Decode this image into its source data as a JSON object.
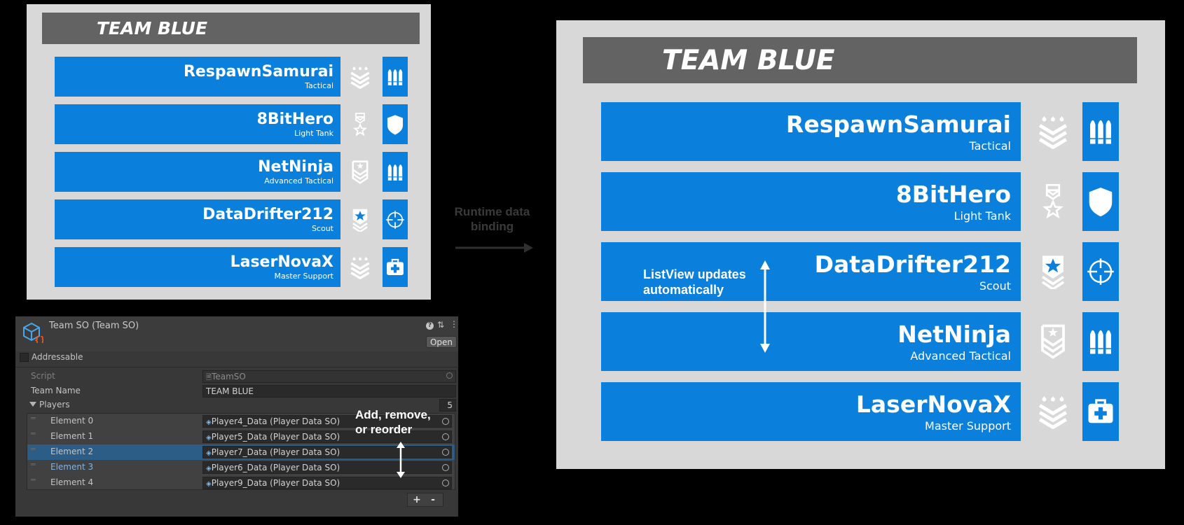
{
  "team_small": {
    "title": "TEAM BLUE",
    "players": [
      {
        "name": "RespawnSamurai",
        "role": "Tactical",
        "rank_icon": "chevron-three-stars-icon",
        "class_icon": "bullets-icon"
      },
      {
        "name": "8BitHero",
        "role": "Light Tank",
        "rank_icon": "medal-star-icon",
        "class_icon": "shield-icon"
      },
      {
        "name": "NetNinja",
        "role": "Advanced Tactical",
        "rank_icon": "star-chevron-badge-icon",
        "class_icon": "bullets-icon"
      },
      {
        "name": "DataDrifter212",
        "role": "Scout",
        "rank_icon": "star-badge-icon",
        "class_icon": "crosshair-icon"
      },
      {
        "name": "LaserNovaX",
        "role": "Master Support",
        "rank_icon": "chevron-three-stars-icon",
        "class_icon": "medkit-icon"
      }
    ]
  },
  "team_large": {
    "title": "TEAM BLUE",
    "players": [
      {
        "name": "RespawnSamurai",
        "role": "Tactical",
        "rank_icon": "chevron-three-stars-icon",
        "class_icon": "bullets-icon"
      },
      {
        "name": "8BitHero",
        "role": "Light Tank",
        "rank_icon": "medal-star-icon",
        "class_icon": "shield-icon"
      },
      {
        "name": "DataDrifter212",
        "role": "Scout",
        "rank_icon": "star-badge-icon",
        "class_icon": "crosshair-icon"
      },
      {
        "name": "NetNinja",
        "role": "Advanced Tactical",
        "rank_icon": "star-chevron-badge-icon",
        "class_icon": "bullets-icon"
      },
      {
        "name": "LaserNovaX",
        "role": "Master Support",
        "rank_icon": "chevron-three-stars-icon",
        "class_icon": "medkit-icon"
      }
    ]
  },
  "annotations": {
    "binding_line1": "Runtime data",
    "binding_line2": "binding",
    "listview_line1": "ListView updates",
    "listview_line2": "automatically",
    "reorder_line1": "Add, remove,",
    "reorder_line2": "or reorder"
  },
  "inspector": {
    "title": "Team SO (Team SO)",
    "open_label": "Open",
    "addressable_label": "Addressable",
    "script_label": "Script",
    "script_value": "TeamSO",
    "team_name_label": "Team Name",
    "team_name_value": "TEAM BLUE",
    "players_label": "Players",
    "players_count": "5",
    "elements": [
      {
        "label": "Element 0",
        "value": "Player4_Data (Player Data SO)"
      },
      {
        "label": "Element 1",
        "value": "Player5_Data (Player Data SO)"
      },
      {
        "label": "Element 2",
        "value": "Player7_Data (Player Data SO)"
      },
      {
        "label": "Element 3",
        "value": "Player6_Data (Player Data SO)"
      },
      {
        "label": "Element 4",
        "value": "Player9_Data (Player Data SO)"
      }
    ],
    "add_label": "+",
    "remove_label": "-"
  },
  "colors": {
    "card_blue": "#0a80dc",
    "panel_grey": "#d8d8d8",
    "header_grey": "#636363",
    "selected_row": "#2c5d87",
    "element3_label": "#7fb4e8"
  }
}
